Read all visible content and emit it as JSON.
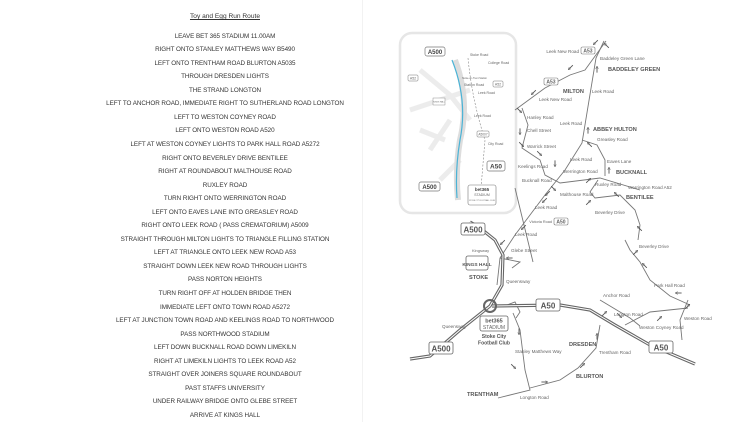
{
  "route": {
    "title": "Toy and Egg Run Route",
    "steps": [
      "LEAVE BET 365 STADIUM 11.00AM",
      "RIGHT ONTO STANLEY MATTHEWS WAY B5490",
      "LEFT ONTO TRENTHAM  ROAD BLURTON A5035",
      "THROUGH DRESDEN LIGHTS",
      "THE STRAND LONGTON",
      "LEFT TO ANCHOR ROAD, IMMEDIATE RIGHT TO SUTHERLAND ROAD LONGTON",
      "LEFT TO WESTON COYNEY  ROAD",
      "LEFT ONTO WESTON ROAD A520",
      "LEFT AT WESTON COYNEY LIGHTS TO PARK HALL ROAD A5272",
      "RIGHT ONTO BEVERLEY DRIVE BENTILEE",
      "RIGHT AT ROUNDABOUT MALTHOUSE ROAD",
      "RUXLEY ROAD",
      "TURN RIGHT ONTO WERRINGTON ROAD",
      "LEFT ONTO EAVES LANE INTO GREASLEY ROAD",
      "RIGHT ONTO LEEK ROAD ( PASS CREMATORIUM) A5009",
      "STRAIGHT THROUGH MILTON LIGHTS TO TRIANGLE FILLING STATION",
      "LEFT AT TRIANGLE ONTO LEEK NEW ROAD A53",
      "STRAIGHT DOWN LEEK NEW ROAD THROUGH LIGHTS",
      "PASS NORTON HEIGHTS",
      "TURN RIGHT OFF AT HOLDEN BRIDGE THEN",
      "IMMEDIATE LEFT ONTO TOWN ROAD A5272",
      "LEFT AT JUNCTION TOWN ROAD AND KEELINGS ROAD TO NORTHWOOD",
      "PASS NORTHWOOD STADIUM",
      "LEFT DOWN BUCKNALL ROAD DOWN LIMEKILN",
      "RIGHT AT LIMEKILN LIGHTS TO LEEK ROAD A52",
      "STRAIGHT OVER JOINERS SQUARE ROUNDABOUT",
      "PAST STAFFS UNIVERSITY",
      "UNDER RAILWAY BRIDGE ONTO GLEBE STREET",
      "ARRIVE AT KINGS HALL"
    ]
  },
  "map": {
    "colors": {
      "road": "#666666",
      "route_line": "#4bb3d6"
    },
    "inset": {
      "a500_top": "A500",
      "stoke_road": "Stoke Road",
      "college_road": "College Road",
      "station": "Stoke-on-Trent Station",
      "station_road": "Station Road",
      "a52_right": "A52",
      "leek_road_1": "Leek Road",
      "a52_left": "A52",
      "kings_hall": "KINGS HALL",
      "leek_road_2": "Leek Road",
      "a5007": "A5007",
      "city_road": "City Road",
      "a50": "A50",
      "a500_bottom": "A500",
      "stadium_brand": "bet365",
      "stadium": "STADIUM",
      "club": "STOKE CITY FOOTBALL CLUB"
    },
    "labels": {
      "leek_new_road_top": "Leek New Road",
      "a53_top": "A53",
      "baddeley_green_lane": "Baddeley Green Lane",
      "baddeley_green": "BADDELEY GREEN",
      "a53_mid": "A53",
      "milton": "MILTON",
      "leek_road_milton": "Leek Road",
      "leek_new_road": "Leek New Road",
      "hanley_road": "Hanley Road",
      "chell_street": "Chell Street",
      "leek_road_2": "Leek Road",
      "abbey_hulton": "ABBEY HULTON",
      "greasley_road": "Greasley Road",
      "warrick_street": "Warrick Street",
      "leek_road_3": "Leek Road",
      "eaves_lane": "Eaves Lane",
      "keelings_road": "Keelings Road",
      "werrington_road": "Werrington Road",
      "bucknall": "BUCKNALL",
      "bucknall_road": "Bucknall Road",
      "ruxley_road": "Ruxley Road",
      "werrington_road_a52": "Werrington Road  A52",
      "malthouse_road": "Malthouse Road",
      "bentilee": "BENTILEE",
      "leek_road_4": "Leek Road",
      "beverley_drive_1": "Beverley Drive",
      "victoria_road": "Victoria Road",
      "a50_victoria": "A50",
      "leek_road_5": "Leek Road",
      "glebe_street": "Glebe Street",
      "beverley_drive_2": "Beverley Drive",
      "a500_mid": "A500",
      "kingsway": "Kingsway",
      "kings_hall": "KINGS HALL",
      "stoke": "STOKE",
      "queensway_1": "Queensway",
      "a50_mid": "A50",
      "stadium_brand": "bet365",
      "stadium": "STADIUM",
      "club_1": "Stoke City",
      "club_2": "Football Club",
      "queensway_2": "Queensway",
      "a500_bottom": "A500",
      "stanley_matthews_way": "Stanley Matthews Way",
      "dresden": "DRESDEN",
      "trentham_road": "Trentham Road",
      "anchor_road": "Anchor Road",
      "longton_road_1": "Longton Road",
      "weston_coyney_road": "Weston Coyney Road",
      "park_hall_road": "Park Hall Road",
      "weston_road": "Weston Road",
      "a50_right": "A50",
      "blurton": "BLURTON",
      "trentham": "TRENTHAM",
      "longton_road_2": "Longton Road"
    }
  }
}
